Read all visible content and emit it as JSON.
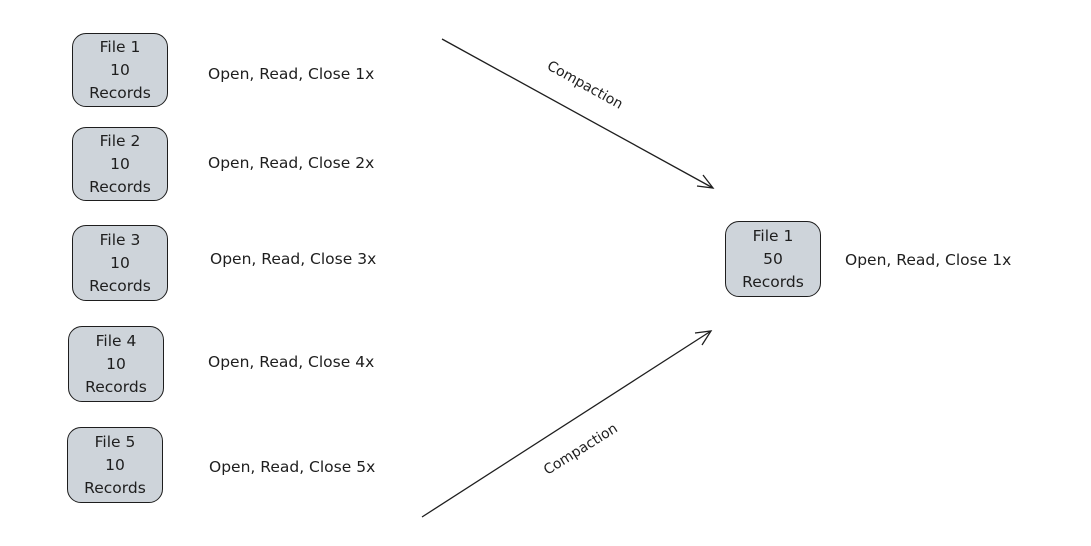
{
  "colors": {
    "box_fill": "#ced4da",
    "stroke": "#1e1e1e",
    "background": "#ffffff"
  },
  "sources": [
    {
      "name": "File 1",
      "count": "10",
      "unit": "Records",
      "caption": "Open, Read, Close 1x"
    },
    {
      "name": "File 2",
      "count": "10",
      "unit": "Records",
      "caption": "Open, Read, Close 2x"
    },
    {
      "name": "File 3",
      "count": "10",
      "unit": "Records",
      "caption": "Open, Read, Close 3x"
    },
    {
      "name": "File 4",
      "count": "10",
      "unit": "Records",
      "caption": "Open, Read, Close 4x"
    },
    {
      "name": "File 5",
      "count": "10",
      "unit": "Records",
      "caption": "Open, Read, Close 5x"
    }
  ],
  "result": {
    "name": "File 1",
    "count": "50",
    "unit": "Records",
    "caption": "Open, Read, Close 1x"
  },
  "edges": [
    {
      "from": "sources",
      "to": "result",
      "label": "Compaction"
    },
    {
      "from": "sources",
      "to": "result",
      "label": "Compaction"
    }
  ]
}
